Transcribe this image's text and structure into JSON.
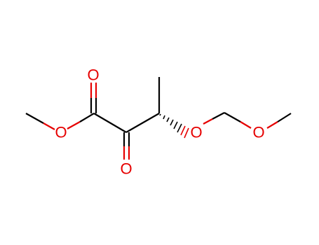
{
  "molecule": {
    "colors": {
      "carbon": "#000000",
      "oxygen": "#e60000"
    },
    "atoms": [
      {
        "id": "o-ester",
        "label": "O",
        "element": "oxygen"
      },
      {
        "id": "o-carbonyl-ester",
        "label": "O",
        "element": "oxygen"
      },
      {
        "id": "o-ketone",
        "label": "O",
        "element": "oxygen"
      },
      {
        "id": "o-ether-1",
        "label": "O",
        "element": "oxygen"
      },
      {
        "id": "o-ether-2",
        "label": "O",
        "element": "oxygen"
      }
    ]
  }
}
